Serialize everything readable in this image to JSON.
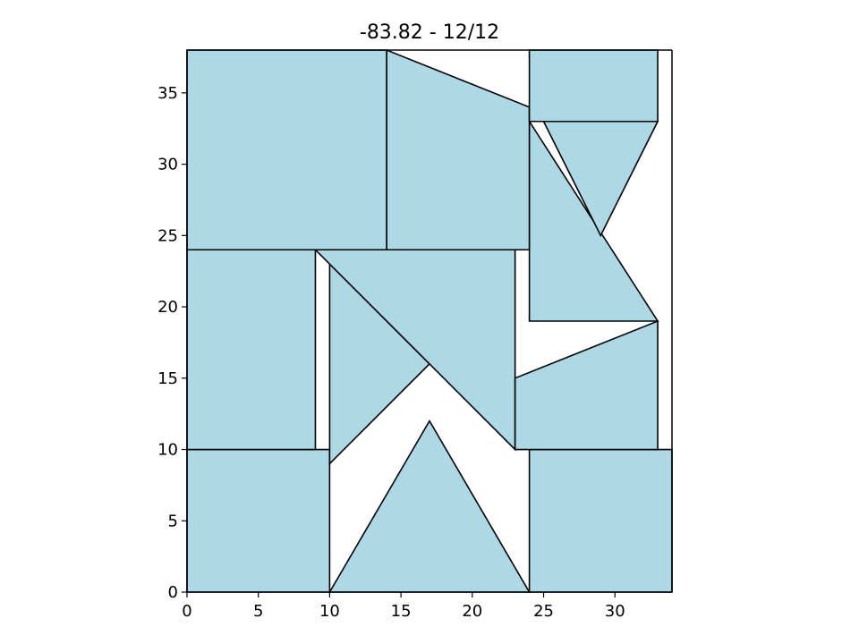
{
  "chart_data": {
    "type": "polygon_layout",
    "title": "-83.82 - 12/12",
    "xlabel": "",
    "ylabel": "",
    "xlim": [
      0,
      34
    ],
    "ylim": [
      0,
      38
    ],
    "x_ticks": [
      0,
      5,
      10,
      15,
      20,
      25,
      30
    ],
    "y_ticks": [
      0,
      5,
      10,
      15,
      20,
      25,
      30,
      35
    ],
    "x_tick_labels": [
      "0",
      "5",
      "10",
      "15",
      "20",
      "25",
      "30"
    ],
    "y_tick_labels": [
      "0",
      "5",
      "10",
      "15",
      "20",
      "25",
      "30",
      "35"
    ],
    "grid": false,
    "fill_color": "#add8e6",
    "edge_color": "#000000",
    "polygons": [
      [
        [
          0,
          0
        ],
        [
          10,
          0
        ],
        [
          10,
          10
        ],
        [
          0,
          10
        ]
      ],
      [
        [
          10,
          0
        ],
        [
          24,
          0
        ],
        [
          17,
          12
        ]
      ],
      [
        [
          24,
          0
        ],
        [
          34,
          0
        ],
        [
          34,
          10
        ],
        [
          24,
          10
        ]
      ],
      [
        [
          0,
          10
        ],
        [
          9,
          10
        ],
        [
          9,
          24
        ],
        [
          0,
          24
        ]
      ],
      [
        [
          10,
          9
        ],
        [
          10,
          23
        ],
        [
          17,
          16
        ]
      ],
      [
        [
          9,
          24
        ],
        [
          23,
          24
        ],
        [
          23,
          10
        ]
      ],
      [
        [
          23,
          10
        ],
        [
          33,
          10
        ],
        [
          33,
          19
        ],
        [
          23,
          15
        ]
      ],
      [
        [
          24,
          19
        ],
        [
          24,
          33
        ],
        [
          33,
          19
        ]
      ],
      [
        [
          25,
          33
        ],
        [
          33,
          33
        ],
        [
          29,
          25
        ]
      ],
      [
        [
          0,
          24
        ],
        [
          14,
          24
        ],
        [
          14,
          38
        ],
        [
          0,
          38
        ]
      ],
      [
        [
          14,
          24
        ],
        [
          24,
          24
        ],
        [
          24,
          34
        ],
        [
          14,
          38
        ]
      ],
      [
        [
          24,
          33
        ],
        [
          33,
          33
        ],
        [
          33,
          38
        ],
        [
          24,
          38
        ]
      ]
    ]
  }
}
